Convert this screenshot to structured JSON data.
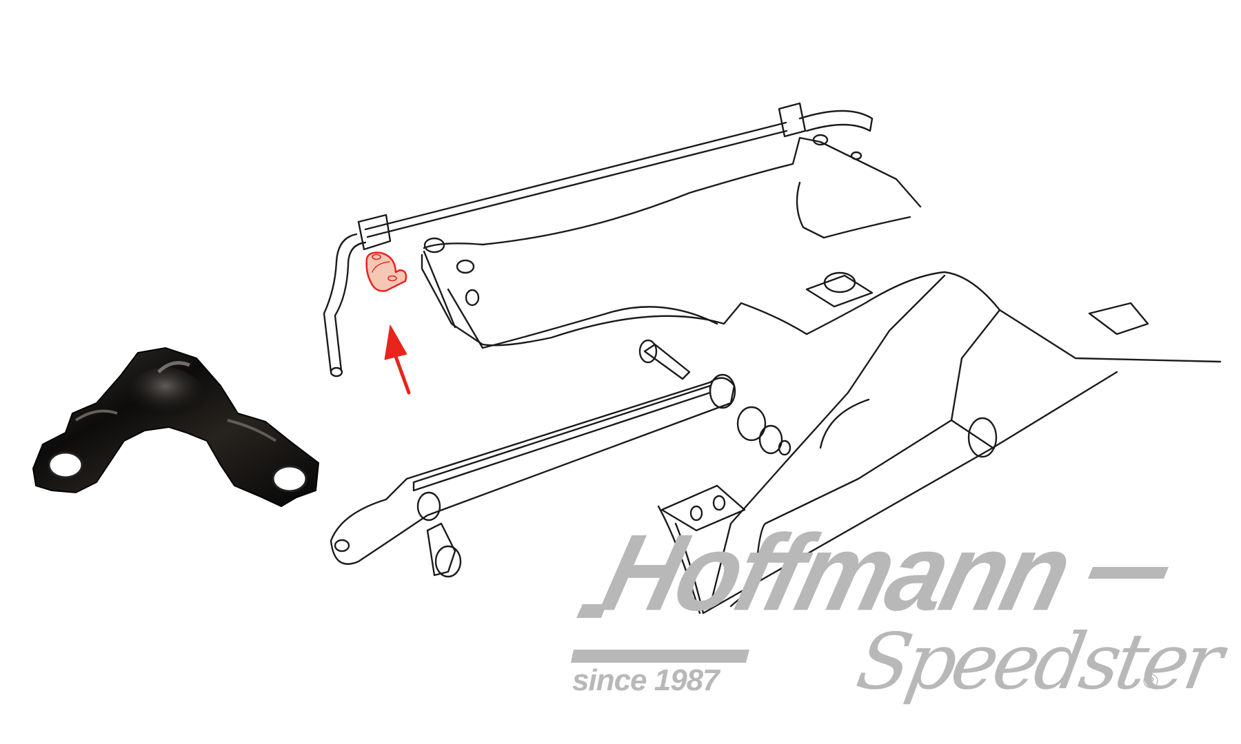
{
  "figure": {
    "type": "exploded parts diagram",
    "subject": "rear suspension assembly with anti-roll (sway) bar, trailing arm, bushings and chassis frame",
    "highlighted_part": {
      "label": "sway bar mounting clamp",
      "highlight_color": "#e8241c",
      "highlight_fill": "#f6c7b4"
    },
    "pointer_arrow": {
      "color": "#e8241c",
      "direction": "up"
    },
    "product_photo": {
      "label": "sway bar mounting clamp (black)"
    },
    "line_color": "#1a1a1a"
  },
  "logo": {
    "brand_word": "Hoffmann",
    "product_word": "Speedster",
    "tagline": "since 1987",
    "registered_mark": "®",
    "color": "#b8b8b8"
  }
}
